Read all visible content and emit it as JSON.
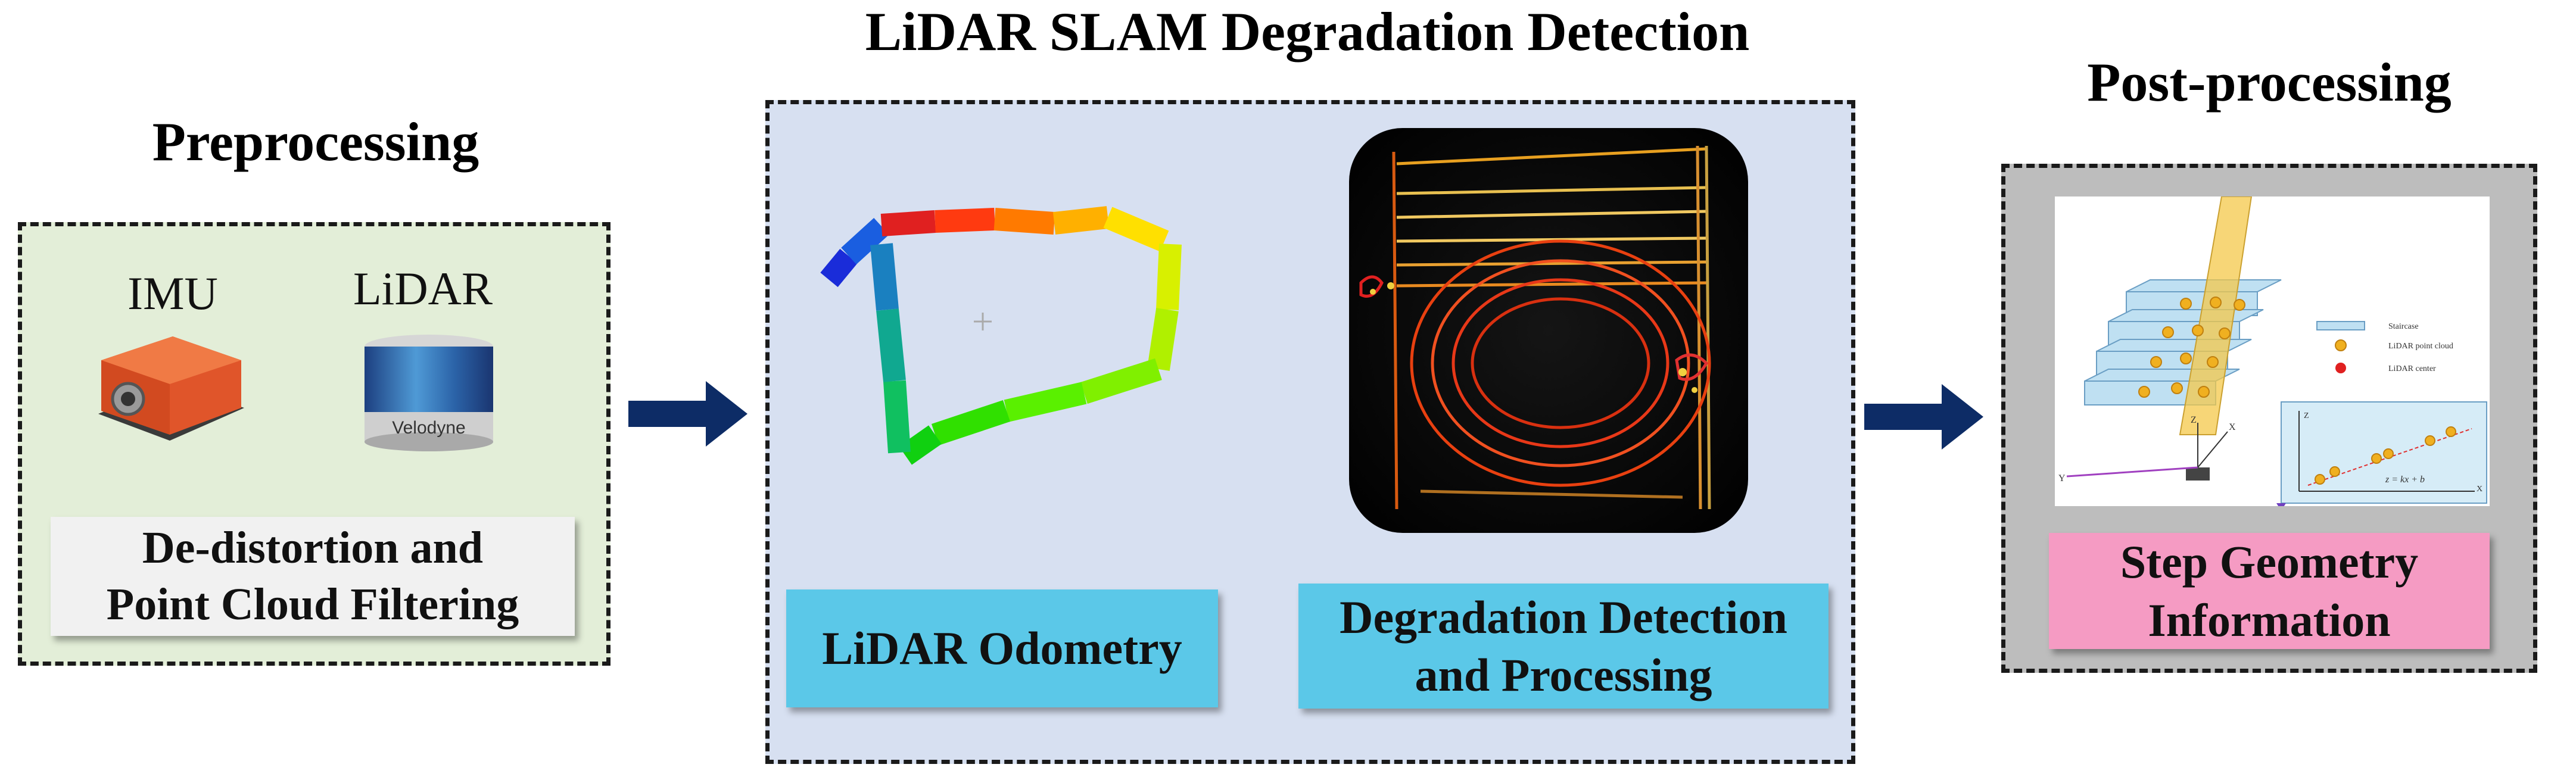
{
  "stages": {
    "preprocessing": {
      "title": "Preprocessing",
      "sensors": {
        "imu_label": "IMU",
        "lidar_label": "LiDAR",
        "lidar_brand": "Velodyne"
      },
      "box_label": [
        "De-distortion and",
        "Point Cloud Filtering"
      ]
    },
    "slam": {
      "title": "LiDAR SLAM Degradation Detection",
      "odometry_label": "LiDAR Odometry",
      "detection_label": [
        "Degradation Detection",
        "and Processing"
      ]
    },
    "postprocessing": {
      "title": "Post-processing",
      "box_label": [
        "Step Geometry",
        "Information"
      ],
      "legend": {
        "staircase": "Staircase",
        "point_cloud": "LiDAR point cloud",
        "center": "LiDAR center"
      },
      "inset": {
        "equation": "z = kx + b",
        "z_axis": "Z",
        "x_axis": "X"
      },
      "axes": {
        "z": "Z",
        "x": "X",
        "y": "Y"
      }
    }
  },
  "colors": {
    "preprocessing_bg": "#e3eed8",
    "slam_bg": "#d7e0f1",
    "post_bg": "#bdbdbd",
    "label_blue": "#5bc8e8",
    "label_pink": "#f59bc3",
    "label_gray": "#f1f1f1",
    "arrow": "#0d2c66"
  }
}
